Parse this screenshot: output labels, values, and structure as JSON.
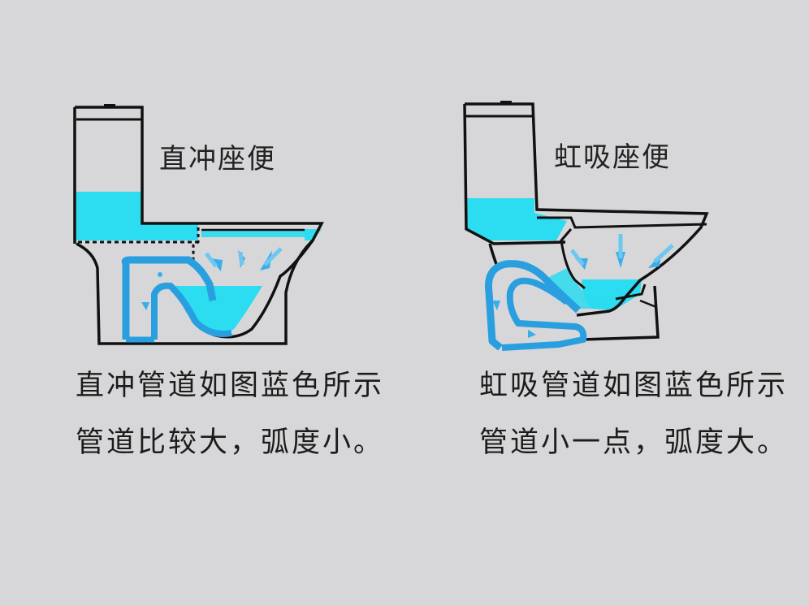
{
  "left_panel": {
    "title": "直冲座便",
    "caption_line1": "直冲管道如图蓝色所示",
    "caption_line2": "管道比较大，弧度小。"
  },
  "right_panel": {
    "title": "虹吸座便",
    "caption_line1": "虹吸管道如图蓝色所示",
    "caption_line2": "管道小一点，弧度大。"
  },
  "colors": {
    "background": "#d7d7d9",
    "water": "#2cdcf0",
    "pipe": "#2a9fe0",
    "outline": "#111111",
    "text": "#1c1c1c"
  },
  "icons": {
    "flow_arrow": "down-arrow"
  }
}
